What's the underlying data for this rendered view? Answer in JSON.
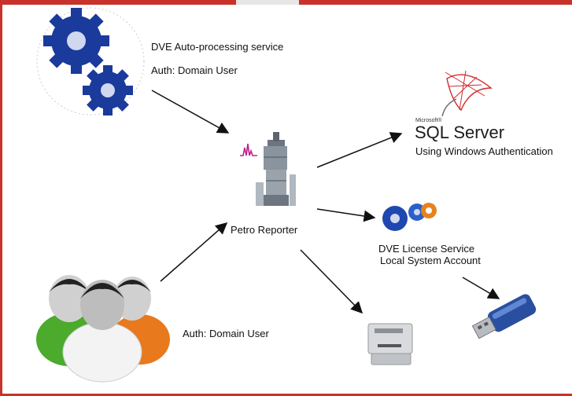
{
  "labels": {
    "service_name": "DVE Auto-processing service",
    "service_auth": "Auth: Domain User",
    "reporter_name": "Petro Reporter",
    "sql_brand_small": "Microsoft®",
    "sql_brand": "SQL Server",
    "sql_auth": "Using Windows Authentication",
    "license_name": "DVE License Service",
    "license_account": "Local System Account",
    "users_auth": "Auth: Domain User"
  },
  "colors": {
    "frame": "#c8322b",
    "gear": "#1a3a9c",
    "user_green": "#4caa2c",
    "user_orange": "#e8791c",
    "usb_blue": "#2a4fa0",
    "sql_red": "#d12a2a",
    "chart_magenta": "#c0208a"
  },
  "icons": [
    "gears-icon",
    "tower-icon",
    "sql-server-logo-icon",
    "license-gears-icon",
    "usb-key-icon",
    "printer-icon",
    "users-icon"
  ]
}
